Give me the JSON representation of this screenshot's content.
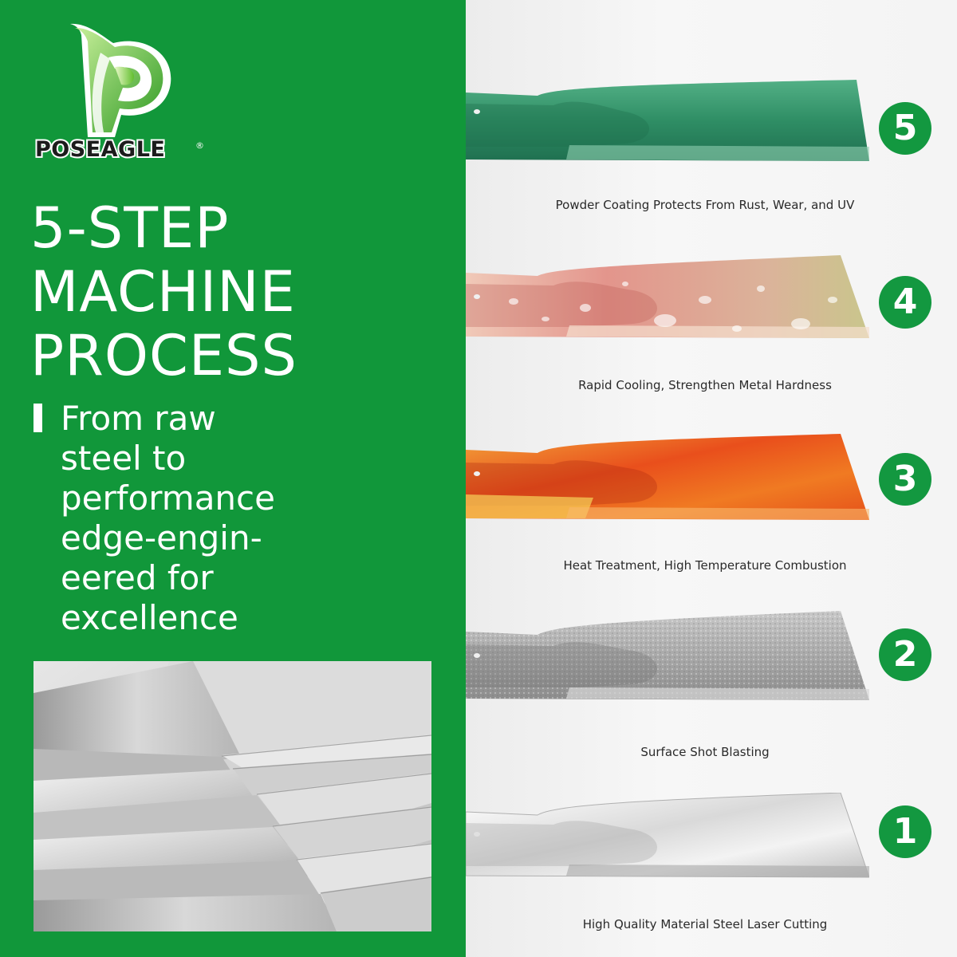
{
  "brand": {
    "name": "POSEAGLE",
    "registered": "®",
    "accent": "#11973a"
  },
  "headline": {
    "line1": "5-STEP",
    "line2": "MACHINE",
    "line3": "PROCESS"
  },
  "subtext": {
    "lines": [
      "From raw",
      "steel to",
      "performance",
      "edge-engin-",
      "eered for",
      "excellence"
    ]
  },
  "steps": [
    {
      "number": "5",
      "caption": "Powder Coating Protects From Rust, Wear, and UV",
      "finish": "green"
    },
    {
      "number": "4",
      "caption": "Rapid Cooling, Strengthen Metal Hardness",
      "finish": "wet-pink"
    },
    {
      "number": "3",
      "caption": "Heat Treatment, High Temperature Combustion",
      "finish": "hot-orange"
    },
    {
      "number": "2",
      "caption": "Surface Shot Blasting",
      "finish": "blasted-grey"
    },
    {
      "number": "1",
      "caption": "High Quality Material Steel Laser Cutting",
      "finish": "polished-steel"
    }
  ]
}
